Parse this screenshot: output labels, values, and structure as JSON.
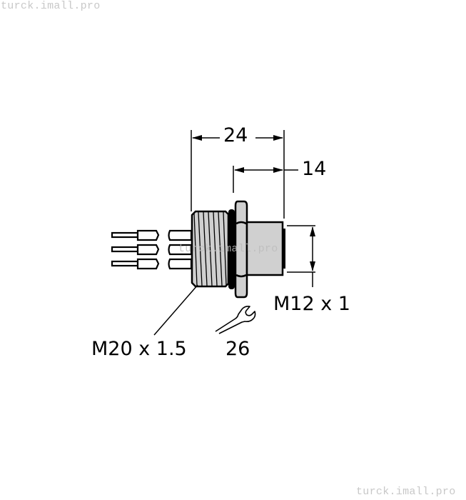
{
  "watermarks": {
    "top_left": "turck.imall.pro",
    "bottom_right": "turck.imall.pro",
    "center": "turck.imall.pro"
  },
  "dimensions": {
    "overall_length": "24",
    "front_length": "14",
    "front_thread": "M12 x 1",
    "rear_thread": "M20 x 1.5",
    "wrench_size": "26"
  },
  "icons": {
    "wrench": "wrench-icon"
  },
  "colors": {
    "part_fill": "#d0d0d0",
    "outline": "#000000",
    "watermark": "#c8c8c8"
  }
}
